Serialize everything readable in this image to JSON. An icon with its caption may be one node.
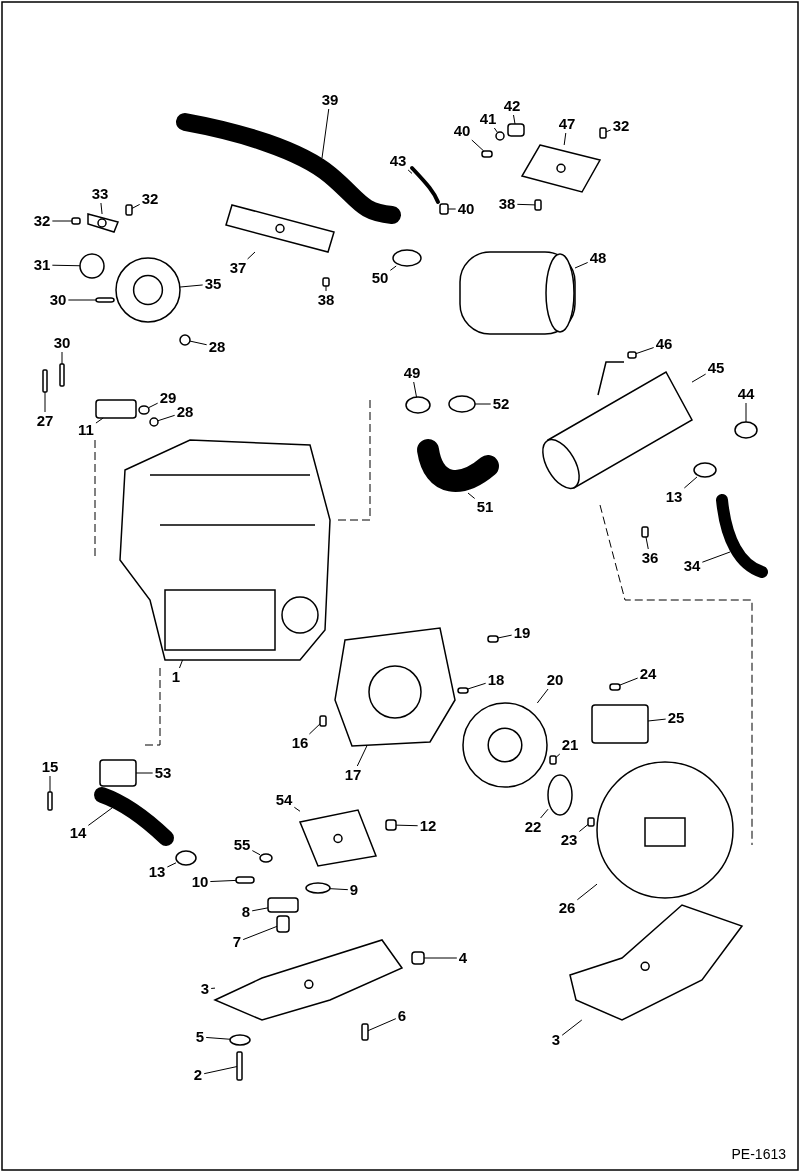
{
  "diagram": {
    "nodes": [
      {
        "text": [
          "42"
        ]
      },
      {
        "text": [
          "41"
        ]
      },
      {
        "text": [
          "47"
        ]
      },
      {
        "text": [
          "32"
        ]
      },
      {
        "text": [
          "39"
        ]
      },
      {
        "text": [
          "40"
        ]
      },
      {
        "text": [
          "43"
        ]
      },
      {
        "text": [
          "32"
        ]
      },
      {
        "text": [
          "33"
        ]
      },
      {
        "text": [
          "32"
        ]
      },
      {
        "text": [
          "38"
        ]
      },
      {
        "text": [
          "40"
        ]
      },
      {
        "text": [
          "31"
        ]
      },
      {
        "text": [
          "48"
        ]
      },
      {
        "text": [
          "37"
        ]
      },
      {
        "text": [
          "50"
        ]
      },
      {
        "text": [
          "35"
        ]
      },
      {
        "text": [
          "30"
        ]
      },
      {
        "text": [
          "38"
        ]
      },
      {
        "text": [
          "46"
        ]
      },
      {
        "text": [
          "28"
        ]
      },
      {
        "text": [
          "30"
        ]
      },
      {
        "text": [
          "45"
        ]
      },
      {
        "text": [
          "49"
        ]
      },
      {
        "text": [
          "44"
        ]
      },
      {
        "text": [
          "29"
        ]
      },
      {
        "text": [
          "52"
        ]
      },
      {
        "text": [
          "28"
        ]
      },
      {
        "text": [
          "27"
        ]
      },
      {
        "text": [
          "11"
        ]
      },
      {
        "text": [
          "13"
        ]
      },
      {
        "text": [
          "51"
        ]
      },
      {
        "text": [
          "36"
        ]
      },
      {
        "text": [
          "34"
        ]
      },
      {
        "text": [
          "19"
        ]
      },
      {
        "text": [
          "24"
        ]
      },
      {
        "text": [
          "1"
        ]
      },
      {
        "text": [
          "20"
        ]
      },
      {
        "text": [
          "18"
        ]
      },
      {
        "text": [
          "25"
        ]
      },
      {
        "text": [
          "16"
        ]
      },
      {
        "text": [
          "21"
        ]
      },
      {
        "text": [
          "15"
        ]
      },
      {
        "text": [
          "53"
        ]
      },
      {
        "text": [
          "17"
        ]
      },
      {
        "text": [
          "54"
        ]
      },
      {
        "text": [
          "12"
        ]
      },
      {
        "text": [
          "22"
        ]
      },
      {
        "text": [
          "14"
        ]
      },
      {
        "text": [
          "23"
        ]
      },
      {
        "text": [
          "55"
        ]
      },
      {
        "text": [
          "13"
        ]
      },
      {
        "text": [
          "10"
        ]
      },
      {
        "text": [
          "9"
        ]
      },
      {
        "text": [
          "26"
        ]
      },
      {
        "text": [
          "8"
        ]
      },
      {
        "text": [
          "7"
        ]
      },
      {
        "text": [
          "4"
        ]
      },
      {
        "text": [
          "3"
        ]
      },
      {
        "text": [
          "6"
        ]
      },
      {
        "text": [
          "3"
        ]
      },
      {
        "text": [
          "5"
        ]
      },
      {
        "text": [
          "2"
        ]
      },
      {
        "text": [],
        "shape": "box"
      },
      {
        "text": [],
        "shape": "circle"
      },
      {
        "text": [],
        "shape": "picture"
      },
      {
        "text": [],
        "shape": "box"
      },
      {
        "text": [],
        "shape": "picture"
      },
      {
        "text": [],
        "shape": "box"
      },
      {
        "text": [],
        "shape": "picture"
      },
      {
        "text": [],
        "shape": "box"
      },
      {
        "text": [],
        "shape": "picture"
      },
      {
        "text": [],
        "shape": "box"
      },
      {
        "text": [],
        "shape": "box"
      },
      {
        "text": [],
        "shape": "box"
      },
      {
        "text": [],
        "shape": "circle"
      },
      {
        "text": [],
        "shape": "picture"
      },
      {
        "text": [],
        "shape": "picture"
      },
      {
        "text": [],
        "shape": "circle"
      },
      {
        "text": [],
        "shape": "picture"
      },
      {
        "text": [],
        "shape": "box"
      },
      {
        "text": [],
        "shape": "box"
      },
      {
        "text": [],
        "shape": "box"
      },
      {
        "text": [],
        "shape": "circle"
      },
      {
        "text": [],
        "shape": "box"
      },
      {
        "text": [],
        "shape": "picture"
      },
      {
        "text": [],
        "shape": "circle"
      },
      {
        "text": [],
        "shape": "circle"
      },
      {
        "text": [],
        "shape": "circle"
      },
      {
        "text": [],
        "shape": "circle"
      },
      {
        "text": [],
        "shape": "circle"
      },
      {
        "text": [],
        "shape": "box"
      },
      {
        "text": [],
        "shape": "box"
      },
      {
        "text": [],
        "shape": "circle"
      },
      {
        "text": [],
        "shape": "picture"
      },
      {
        "text": [],
        "shape": "box"
      },
      {
        "text": [],
        "shape": "picture"
      },
      {
        "text": [],
        "shape": "box"
      },
      {
        "text": [],
        "shape": "box"
      },
      {
        "text": [],
        "shape": "picture"
      },
      {
        "text": [],
        "shape": "picture"
      },
      {
        "text": [],
        "shape": "box"
      },
      {
        "text": [],
        "shape": "box"
      },
      {
        "text": [],
        "shape": "box"
      },
      {
        "text": [],
        "shape": "box"
      },
      {
        "text": [],
        "shape": "box"
      },
      {
        "text": [],
        "shape": "box"
      },
      {
        "text": [],
        "shape": "picture"
      },
      {
        "text": [],
        "shape": "picture"
      },
      {
        "text": [],
        "shape": "box"
      },
      {
        "text": [],
        "shape": "circle"
      },
      {
        "text": [],
        "shape": "picture"
      },
      {
        "text": [],
        "shape": "box"
      },
      {
        "text": [],
        "shape": "circle"
      },
      {
        "text": [],
        "shape": "circle"
      },
      {
        "text": [],
        "shape": "box"
      },
      {
        "text": [],
        "shape": "circle"
      },
      {
        "text": [],
        "shape": "picture"
      },
      {
        "text": [],
        "shape": "box"
      },
      {
        "text": [],
        "shape": "box"
      },
      {
        "text": [],
        "shape": "box"
      },
      {
        "text": [],
        "shape": "picture"
      },
      {
        "text": [],
        "shape": "box"
      },
      {
        "text": [],
        "shape": "picture"
      },
      {
        "text": [],
        "shape": "circle"
      },
      {
        "text": [],
        "shape": "box"
      }
    ],
    "edges": [
      {
        "from": 0,
        "to": 63,
        "arrow": "none"
      },
      {
        "from": 1,
        "to": 64,
        "arrow": "none"
      },
      {
        "from": 2,
        "to": 65,
        "arrow": "none"
      },
      {
        "from": 3,
        "to": 66,
        "arrow": "none"
      },
      {
        "from": 4,
        "to": 67,
        "arrow": "none"
      },
      {
        "from": 5,
        "to": 68,
        "arrow": "none"
      },
      {
        "from": 6,
        "to": 69,
        "arrow": "none"
      },
      {
        "from": 7,
        "to": 70,
        "arrow": "none"
      },
      {
        "from": 8,
        "to": 71,
        "arrow": "none"
      },
      {
        "from": 9,
        "to": 72,
        "arrow": "none"
      },
      {
        "from": 10,
        "to": 73,
        "arrow": "none"
      },
      {
        "from": 11,
        "to": 74,
        "arrow": "none"
      },
      {
        "from": 12,
        "to": 75,
        "arrow": "none"
      },
      {
        "from": 13,
        "to": 76,
        "arrow": "none"
      },
      {
        "from": 14,
        "to": 77,
        "arrow": "none"
      },
      {
        "from": 15,
        "to": 78,
        "arrow": "none"
      },
      {
        "from": 16,
        "to": 79,
        "arrow": "none"
      },
      {
        "from": 17,
        "to": 80,
        "arrow": "none"
      },
      {
        "from": 18,
        "to": 81,
        "arrow": "none"
      },
      {
        "from": 19,
        "to": 82,
        "arrow": "none"
      },
      {
        "from": 20,
        "to": 83,
        "arrow": "none"
      },
      {
        "from": 21,
        "to": 84,
        "arrow": "none"
      },
      {
        "from": 22,
        "to": 85,
        "arrow": "none"
      },
      {
        "from": 23,
        "to": 86,
        "arrow": "none"
      },
      {
        "from": 24,
        "to": 87,
        "arrow": "none"
      },
      {
        "from": 25,
        "to": 88,
        "arrow": "none"
      },
      {
        "from": 26,
        "to": 89,
        "arrow": "none"
      },
      {
        "from": 27,
        "to": 90,
        "arrow": "none"
      },
      {
        "from": 28,
        "to": 91,
        "arrow": "none"
      },
      {
        "from": 29,
        "to": 92,
        "arrow": "none"
      },
      {
        "from": 30,
        "to": 93,
        "arrow": "none"
      },
      {
        "from": 31,
        "to": 94,
        "arrow": "none"
      },
      {
        "from": 32,
        "to": 95,
        "arrow": "none"
      },
      {
        "from": 33,
        "to": 96,
        "arrow": "none"
      },
      {
        "from": 34,
        "to": 97,
        "arrow": "none"
      },
      {
        "from": 35,
        "to": 98,
        "arrow": "none"
      },
      {
        "from": 36,
        "to": 99,
        "arrow": "none"
      },
      {
        "from": 37,
        "to": 100,
        "arrow": "none"
      },
      {
        "from": 38,
        "to": 101,
        "arrow": "none"
      },
      {
        "from": 39,
        "to": 102,
        "arrow": "none"
      },
      {
        "from": 40,
        "to": 103,
        "arrow": "none"
      },
      {
        "from": 41,
        "to": 104,
        "arrow": "none"
      },
      {
        "from": 42,
        "to": 105,
        "arrow": "none"
      },
      {
        "from": 43,
        "to": 106,
        "arrow": "none"
      },
      {
        "from": 44,
        "to": 107,
        "arrow": "none"
      },
      {
        "from": 45,
        "to": 108,
        "arrow": "none"
      },
      {
        "from": 46,
        "to": 109,
        "arrow": "none"
      },
      {
        "from": 47,
        "to": 110,
        "arrow": "none"
      },
      {
        "from": 48,
        "to": 111,
        "arrow": "none"
      },
      {
        "from": 49,
        "to": 112,
        "arrow": "none"
      },
      {
        "from": 50,
        "to": 113,
        "arrow": "none"
      },
      {
        "from": 51,
        "to": 114,
        "arrow": "none"
      },
      {
        "from": 52,
        "to": 115,
        "arrow": "none"
      },
      {
        "from": 53,
        "to": 116,
        "arrow": "none"
      },
      {
        "from": 54,
        "to": 117,
        "arrow": "none"
      },
      {
        "from": 55,
        "to": 118,
        "arrow": "none"
      },
      {
        "from": 56,
        "to": 119,
        "arrow": "none"
      },
      {
        "from": 57,
        "to": 120,
        "arrow": "none"
      },
      {
        "from": 58,
        "to": 121,
        "arrow": "none"
      },
      {
        "from": 59,
        "to": 122,
        "arrow": "none"
      },
      {
        "from": 60,
        "to": 123,
        "arrow": "none"
      },
      {
        "from": 61,
        "to": 124,
        "arrow": "none"
      },
      {
        "from": 62,
        "to": 125,
        "arrow": "none"
      }
    ],
    "labels": [
      "PE-1613"
    ]
  }
}
